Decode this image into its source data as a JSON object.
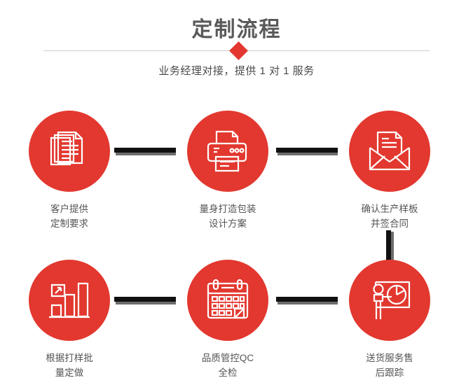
{
  "header": {
    "title": "定制流程",
    "subtitle": "业务经理对接，提供 1 对 1 服务",
    "accent_color": "#e2382f",
    "divider_color": "#cfcfcf",
    "title_color": "#5a5a5a"
  },
  "steps": [
    {
      "index": 1,
      "icon": "documents-icon",
      "label": "客户提供\n定制要求"
    },
    {
      "index": 2,
      "icon": "printer-icon",
      "label": "量身打造包装\n设计方案"
    },
    {
      "index": 3,
      "icon": "envelope-icon",
      "label": "确认生产样板\n并签合同"
    },
    {
      "index": 4,
      "icon": "bar-chart-icon",
      "label": "根据打样批\n量定做"
    },
    {
      "index": 5,
      "icon": "calendar-icon",
      "label": "品质管控QC\n全检"
    },
    {
      "index": 6,
      "icon": "presentation-icon",
      "label": "送货服务售\n后跟踪"
    }
  ],
  "connectors": {
    "bar_color": "#111111",
    "shadow_color": "#6d6d6d",
    "horizontal_count": 4,
    "vertical_count": 1
  }
}
